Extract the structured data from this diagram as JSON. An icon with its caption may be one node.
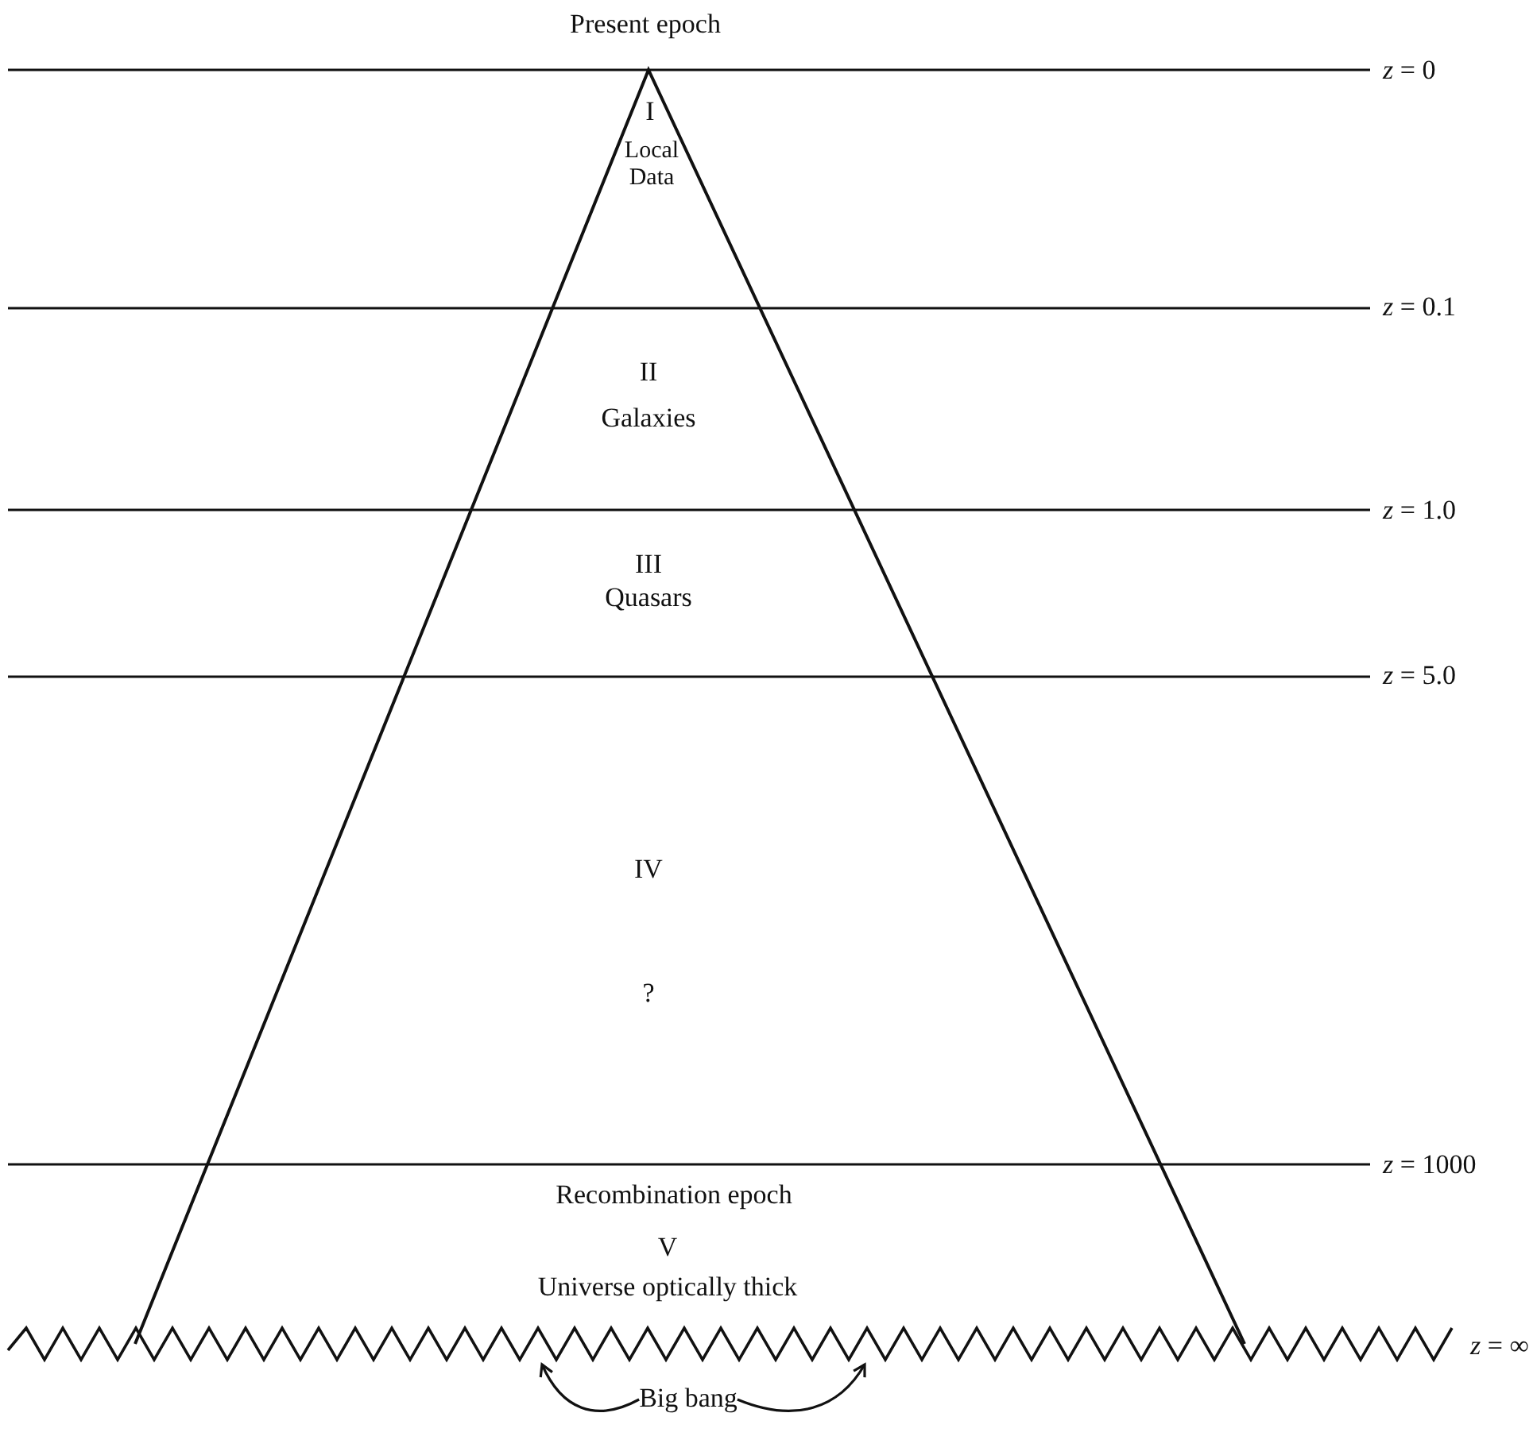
{
  "diagram": {
    "nodes": [
      {
        "text": [
          "Big bang"
        ]
      },
      {
        "text": [],
        "shape": "line"
      }
    ],
    "edges": [
      {
        "from": 0,
        "to": 1,
        "arrow": "to"
      },
      {
        "from": 0,
        "to": 1,
        "arrow": "to"
      }
    ],
    "labels": [
      "Present epoch",
      "*z* = 0",
      "I",
      "Local Data",
      "*z* = 0.1",
      "II",
      "Galaxies",
      "*z* = 1.0",
      "III",
      "Quasars",
      "*z* = 5.0",
      "IV",
      "?",
      "*z* = 1000",
      "Recombination epoch",
      "V",
      "Universe optically thick",
      "*z* = ∞"
    ]
  }
}
